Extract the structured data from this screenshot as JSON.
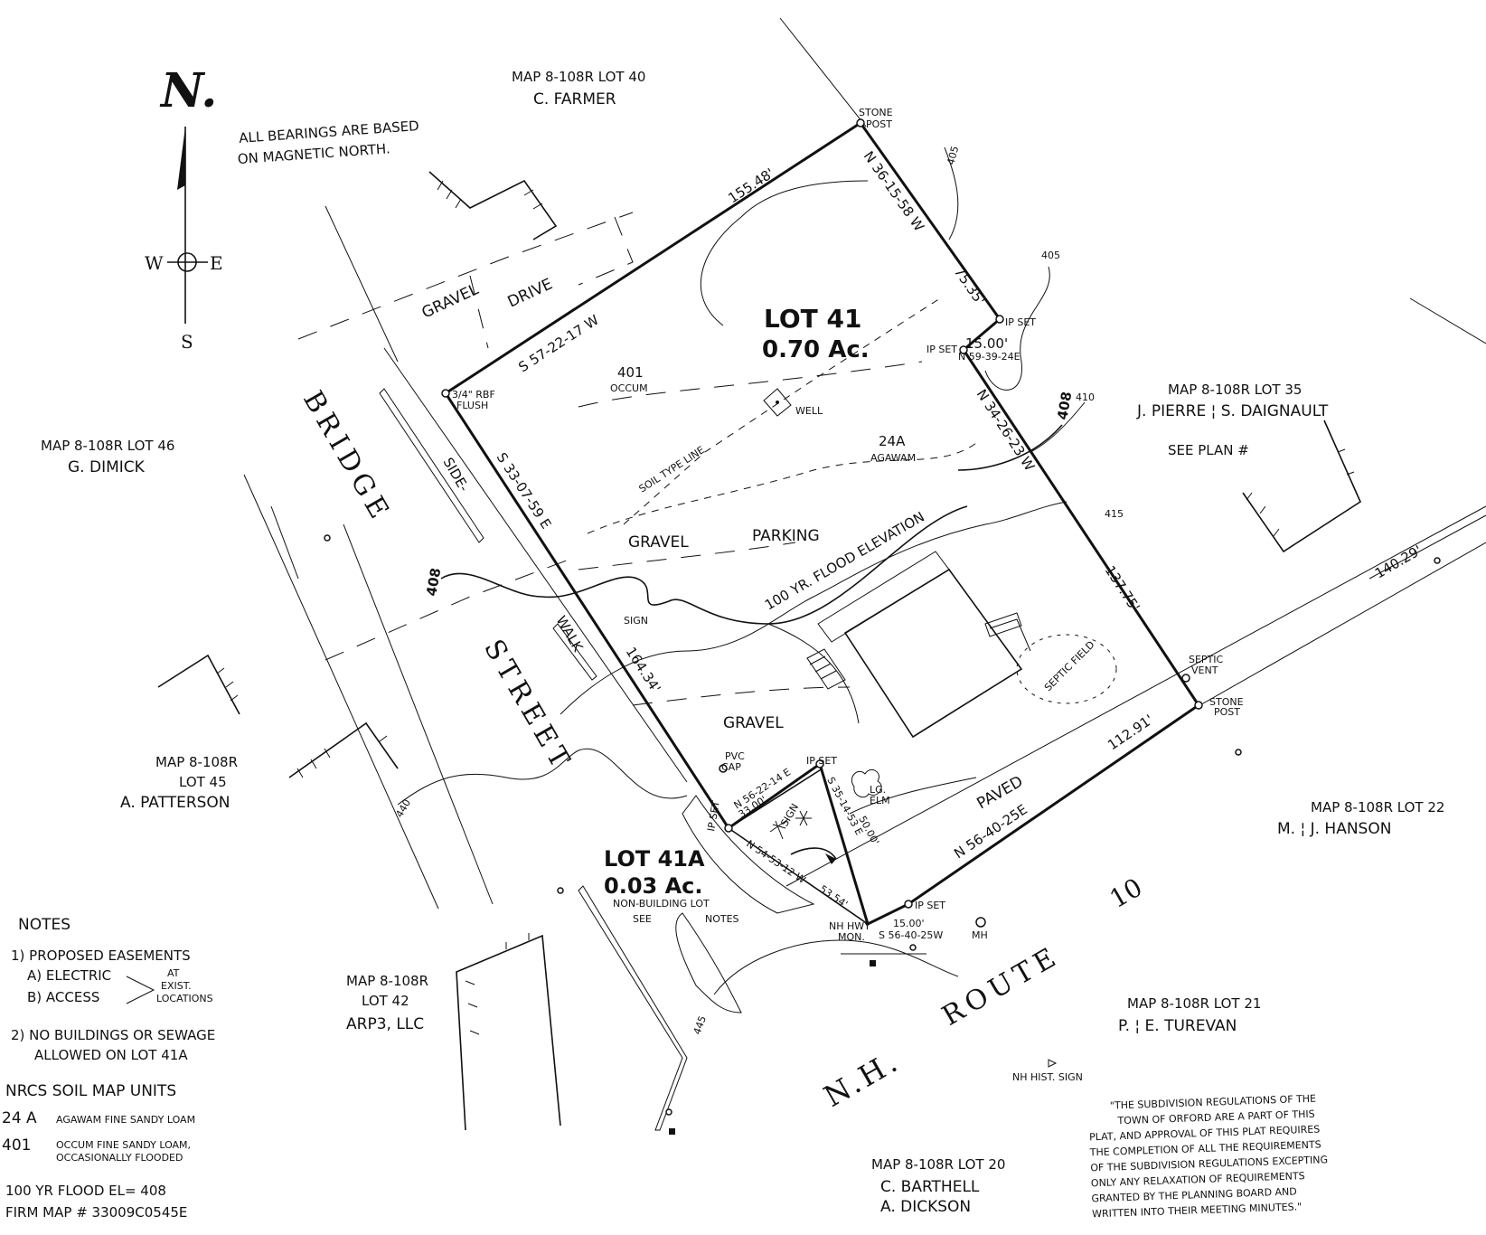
{
  "compass": {
    "north_letter": "N.",
    "west": "W",
    "east": "E",
    "south": "S"
  },
  "bearings_note": [
    "ALL BEARINGS ARE BASED",
    "ON MAGNETIC NORTH."
  ],
  "lot": {
    "title": "LOT 41",
    "area": "0.70 Ac.",
    "sub_title": "LOT 41A",
    "sub_area": "0.03 Ac.",
    "sub_note": [
      "NON-BUILDING LOT",
      "SEE",
      "NOTES"
    ]
  },
  "neighbors": [
    {
      "map": "MAP 8-108R  LOT 40",
      "owner": "C. FARMER"
    },
    {
      "map": "MAP 8-108R  LOT 46",
      "owner": "G. DIMICK"
    },
    {
      "map": "MAP 8-108R  LOT 35",
      "owner": "J. PIERRE  ¦  S. DAIGNAULT",
      "extra": "SEE  PLAN #"
    },
    {
      "map": "MAP 8-108R",
      "lot": "LOT 45",
      "owner": "A. PATTERSON"
    },
    {
      "map": "MAP 8-108R  LOT 22",
      "owner": "M. ¦ J. HANSON"
    },
    {
      "map": "MAP 8-108R",
      "lot": "LOT 42",
      "owner": "ARP3, LLC"
    },
    {
      "map": "MAP 8-108R  LOT 21",
      "owner": "P. ¦ E. TUREVAN"
    },
    {
      "map": "MAP 8-108R  LOT 20",
      "owner": "C. BARTHELL",
      "owner2": "A. DICKSON"
    }
  ],
  "streets": {
    "bridge": "BRIDGE",
    "street": "STREET",
    "route_nh": "N.H.",
    "route": "ROUTE",
    "route_num": "10",
    "gravel": "GRAVEL",
    "drive": "DRIVE",
    "side": "SIDE-",
    "walk": "WALK"
  },
  "bearings": {
    "b1": "S 57-22-17 W",
    "b2": "N 36-15-58 W",
    "b3": "N 59-39-24E",
    "b4": "N 34-26-23 W",
    "b5": "S 33-07-59 E",
    "b6": "N 56-40-25E",
    "b7": "S 35-14-53 E",
    "b8": "N 56-22-14 E",
    "b9": "N 54-53-12 W",
    "b10": "S 56-40-25W"
  },
  "distances": {
    "d1": "155.48'",
    "d2": "75.35'",
    "d3": "15.00'",
    "d4": "137.75'",
    "d5": "112.91'",
    "d6": "164.34'",
    "d7": "50.00'",
    "d8": "33.00'",
    "d9": "53.54'",
    "d10": "15.00'",
    "d11": "140.29'"
  },
  "contours": {
    "c405a": "405",
    "c405b": "405",
    "c408a": "408",
    "c408b": "408",
    "c410": "410",
    "c415": "415",
    "c440": "440",
    "c445": "445"
  },
  "features": {
    "soil_401": "401",
    "soil_occum": "OCCUM",
    "soil_24a": "24A",
    "soil_agawam": "AGAWAM",
    "soil_line": "SOIL TYPE LINE",
    "well": "WELL",
    "gravel_parking_1": "GRAVEL",
    "gravel_parking_2": "PARKING",
    "flood_line": "100 YR. FLOOD ELEVATION",
    "gravel": "GRAVEL",
    "paved": "PAVED",
    "septic_field": "SEPTIC FIELD",
    "septic_vent": [
      "SEPTIC",
      "VENT"
    ],
    "stone_post": [
      "STONE",
      "POST"
    ],
    "ip_set": "IP SET",
    "rbf": [
      "3/4\" RBF",
      "FLUSH"
    ],
    "sign": "SIGN",
    "pvc_cap": [
      "PVC",
      "CAP"
    ],
    "elm": [
      "LG.",
      "ELM"
    ],
    "nh_hwy_mon": [
      "NH HWY",
      "MON."
    ],
    "mh": "MH",
    "nh_hist_sign": "NH HIST. SIGN"
  },
  "notes": {
    "title": "NOTES",
    "n1": "1)  PROPOSED  EASEMENTS",
    "n1a": "A)  ELECTRIC",
    "n1b": "B)  ACCESS",
    "n1c": [
      "AT",
      "EXIST.",
      "LOCATIONS"
    ],
    "n2a": "2)  NO  BUILDINGS  OR  SEWAGE",
    "n2b": "ALLOWED  ON  LOT 41A"
  },
  "soils": {
    "title": "NRCS  SOIL  MAP  UNITS",
    "r1_code": "24 A",
    "r1_desc": "AGAWAM  FINE  SANDY  LOAM",
    "r2_code": "401",
    "r2_desc": "OCCUM  FINE  SANDY  LOAM,",
    "r2_desc2": "OCCASIONALLY  FLOODED",
    "flood_el": "100 YR  FLOOD  EL= 408",
    "firm": "FIRM  MAP # 33009C0545E"
  },
  "regulation_quote": [
    "\"THE SUBDIVISION REGULATIONS OF THE",
    "TOWN OF ORFORD ARE A PART OF THIS",
    "PLAT, AND APPROVAL OF THIS PLAT REQUIRES",
    "THE COMPLETION OF ALL THE REQUIREMENTS",
    "OF THE SUBDIVISION REGULATIONS EXCEPTING",
    "ONLY ANY RELAXATION OF REQUIREMENTS",
    "GRANTED BY THE PLANNING BOARD AND",
    "WRITTEN INTO THEIR MEETING MINUTES.\""
  ]
}
